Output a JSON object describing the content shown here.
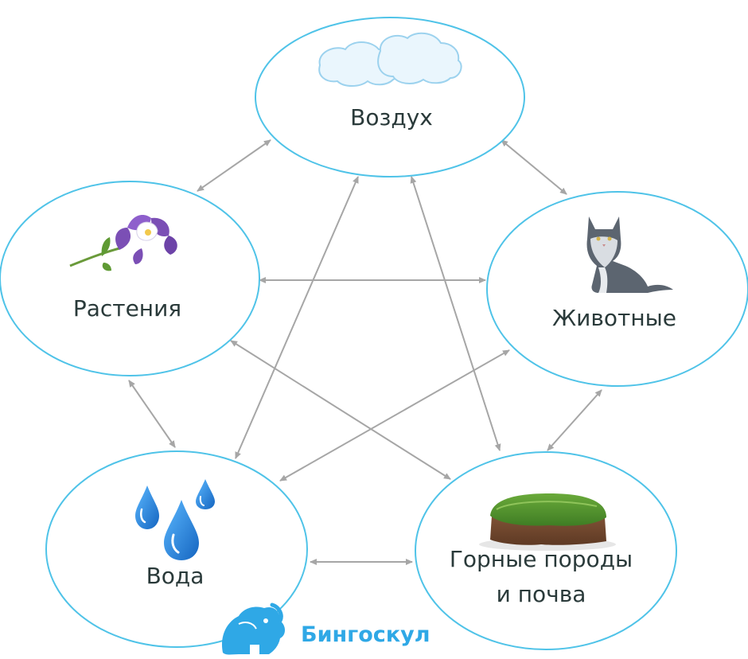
{
  "nodes": {
    "air": {
      "label": "Воздух",
      "icon": "cloud-icon"
    },
    "plants": {
      "label": "Растения",
      "icon": "flower-icon"
    },
    "animals": {
      "label": "Животные",
      "icon": "cat-icon"
    },
    "water": {
      "label": "Вода",
      "icon": "water-drops-icon"
    },
    "soil": {
      "label_line1": "Горные породы",
      "label_line2": "и почва",
      "icon": "soil-icon"
    }
  },
  "connections": [
    [
      "air",
      "plants"
    ],
    [
      "air",
      "animals"
    ],
    [
      "air",
      "water"
    ],
    [
      "air",
      "soil"
    ],
    [
      "plants",
      "animals"
    ],
    [
      "plants",
      "water"
    ],
    [
      "plants",
      "soil"
    ],
    [
      "animals",
      "water"
    ],
    [
      "animals",
      "soil"
    ],
    [
      "water",
      "soil"
    ]
  ],
  "brand": {
    "name": "Бингоскул",
    "icon": "elephant-logo-icon"
  },
  "colors": {
    "node_border": "#4fc3e8",
    "arrow": "#a6a6a6",
    "water_drop": "#1e88e5",
    "brand": "#2fa8e6"
  }
}
